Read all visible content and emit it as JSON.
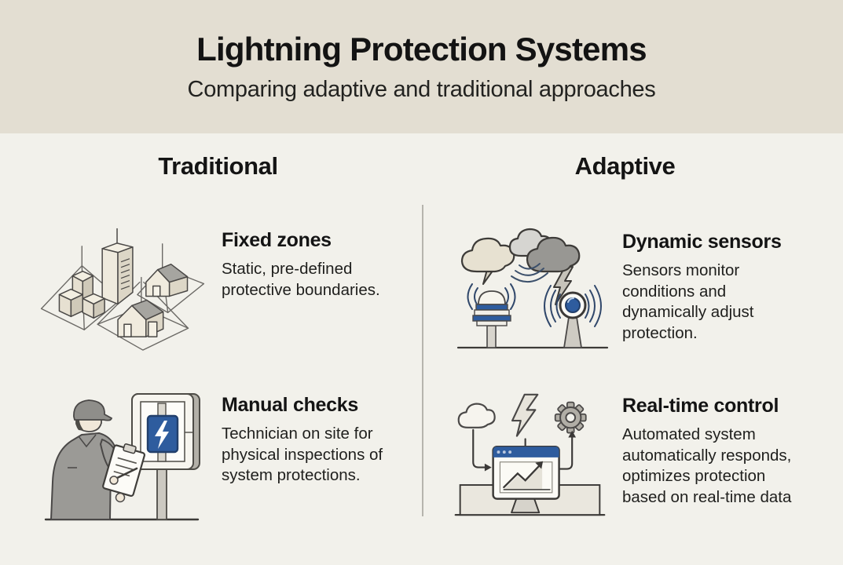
{
  "header": {
    "title": "Lightning Protection Systems",
    "subtitle": "Comparing adaptive and traditional approaches"
  },
  "columns": {
    "left": {
      "label": "Traditional",
      "items": [
        {
          "heading": "Fixed zones",
          "body": "Static, pre-defined protective boundaries.",
          "icon": "city-protection-zones-icon"
        },
        {
          "heading": "Manual checks",
          "body": "Technician on site for physical inspections of system protections.",
          "icon": "technician-inspection-icon"
        }
      ]
    },
    "right": {
      "label": "Adaptive",
      "items": [
        {
          "heading": "Dynamic sensors",
          "body": "Sensors monitor conditions and dynamically adjust protection.",
          "icon": "storm-sensors-icon"
        },
        {
          "heading": "Real-time control",
          "body": "Automated system automatically responds, optimizes protection based on real-time data",
          "icon": "automated-control-icon"
        }
      ]
    }
  },
  "colors": {
    "header_background": "#e3ded2",
    "body_background": "#f2f1eb",
    "ink": "#141414",
    "divider": "#b6b4ad",
    "accent_blue": "#2e5c9e",
    "icon_gray": "#9b9a96",
    "icon_beige": "#efeadd"
  }
}
